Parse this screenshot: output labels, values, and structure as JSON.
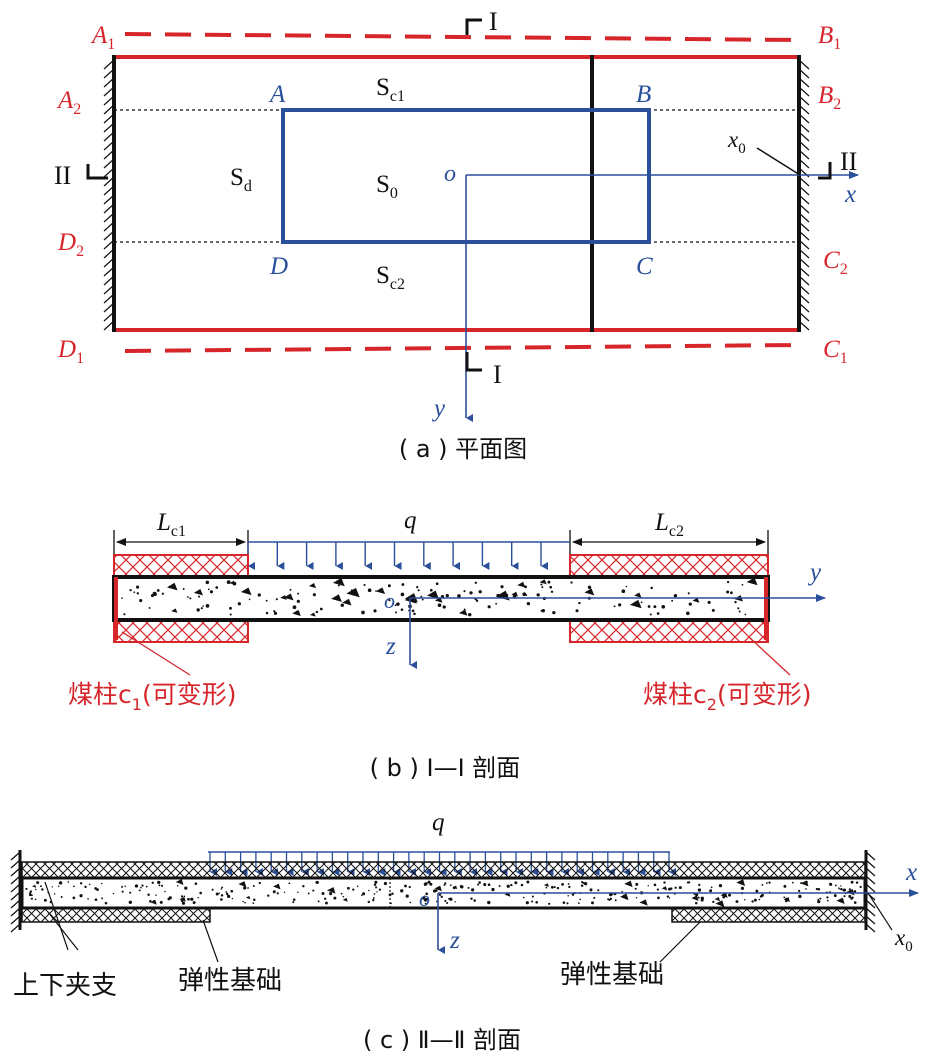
{
  "colors": {
    "red": "#d7262b",
    "blue": "#2a4f9b",
    "black": "#111111"
  },
  "panel_a": {
    "caption": "( a ) 平面图",
    "corners": {
      "A1": {
        "base": "A",
        "sub": "1"
      },
      "B1": {
        "base": "B",
        "sub": "1"
      },
      "A2": {
        "base": "A",
        "sub": "2"
      },
      "B2": {
        "base": "B",
        "sub": "2"
      },
      "D2": {
        "base": "D",
        "sub": "2"
      },
      "C2": {
        "base": "C",
        "sub": "2"
      },
      "D1": {
        "base": "D",
        "sub": "1"
      },
      "C1": {
        "base": "C",
        "sub": "1"
      }
    },
    "inner_corners": {
      "A": "A",
      "B": "B",
      "C": "C",
      "D": "D"
    },
    "regions": {
      "sc1": {
        "base": "S",
        "sub": "c1"
      },
      "sd": {
        "base": "S",
        "sub": "d"
      },
      "s0": {
        "base": "S",
        "sub": "0"
      },
      "sc2": {
        "base": "S",
        "sub": "c2"
      }
    },
    "section_mark_1": "I",
    "section_mark_2": "II",
    "origin": "o",
    "x_axis": "x",
    "y_axis": "y",
    "x0": {
      "base": "x",
      "sub": "0"
    }
  },
  "panel_b": {
    "caption": "( b ) Ⅰ—Ⅰ 剖面",
    "load": "q",
    "lc1": {
      "base": "L",
      "sub": "c1"
    },
    "lc2": {
      "base": "L",
      "sub": "c2"
    },
    "origin": "o",
    "y_axis": "y",
    "z_axis": "z",
    "coal_pillar_1": {
      "pre": "煤柱c",
      "sub": "1",
      "post": "(可变形)"
    },
    "coal_pillar_2": {
      "pre": "煤柱c",
      "sub": "2",
      "post": "(可变形)"
    }
  },
  "panel_c": {
    "caption": "( c ) Ⅱ—Ⅱ 剖面",
    "load": "q",
    "origin": "o",
    "x_axis": "x",
    "z_axis": "z",
    "x0": {
      "base": "x",
      "sub": "0"
    },
    "clamped_label": "上下夹支",
    "elastic_left": "弹性基础",
    "elastic_right": "弹性基础"
  }
}
